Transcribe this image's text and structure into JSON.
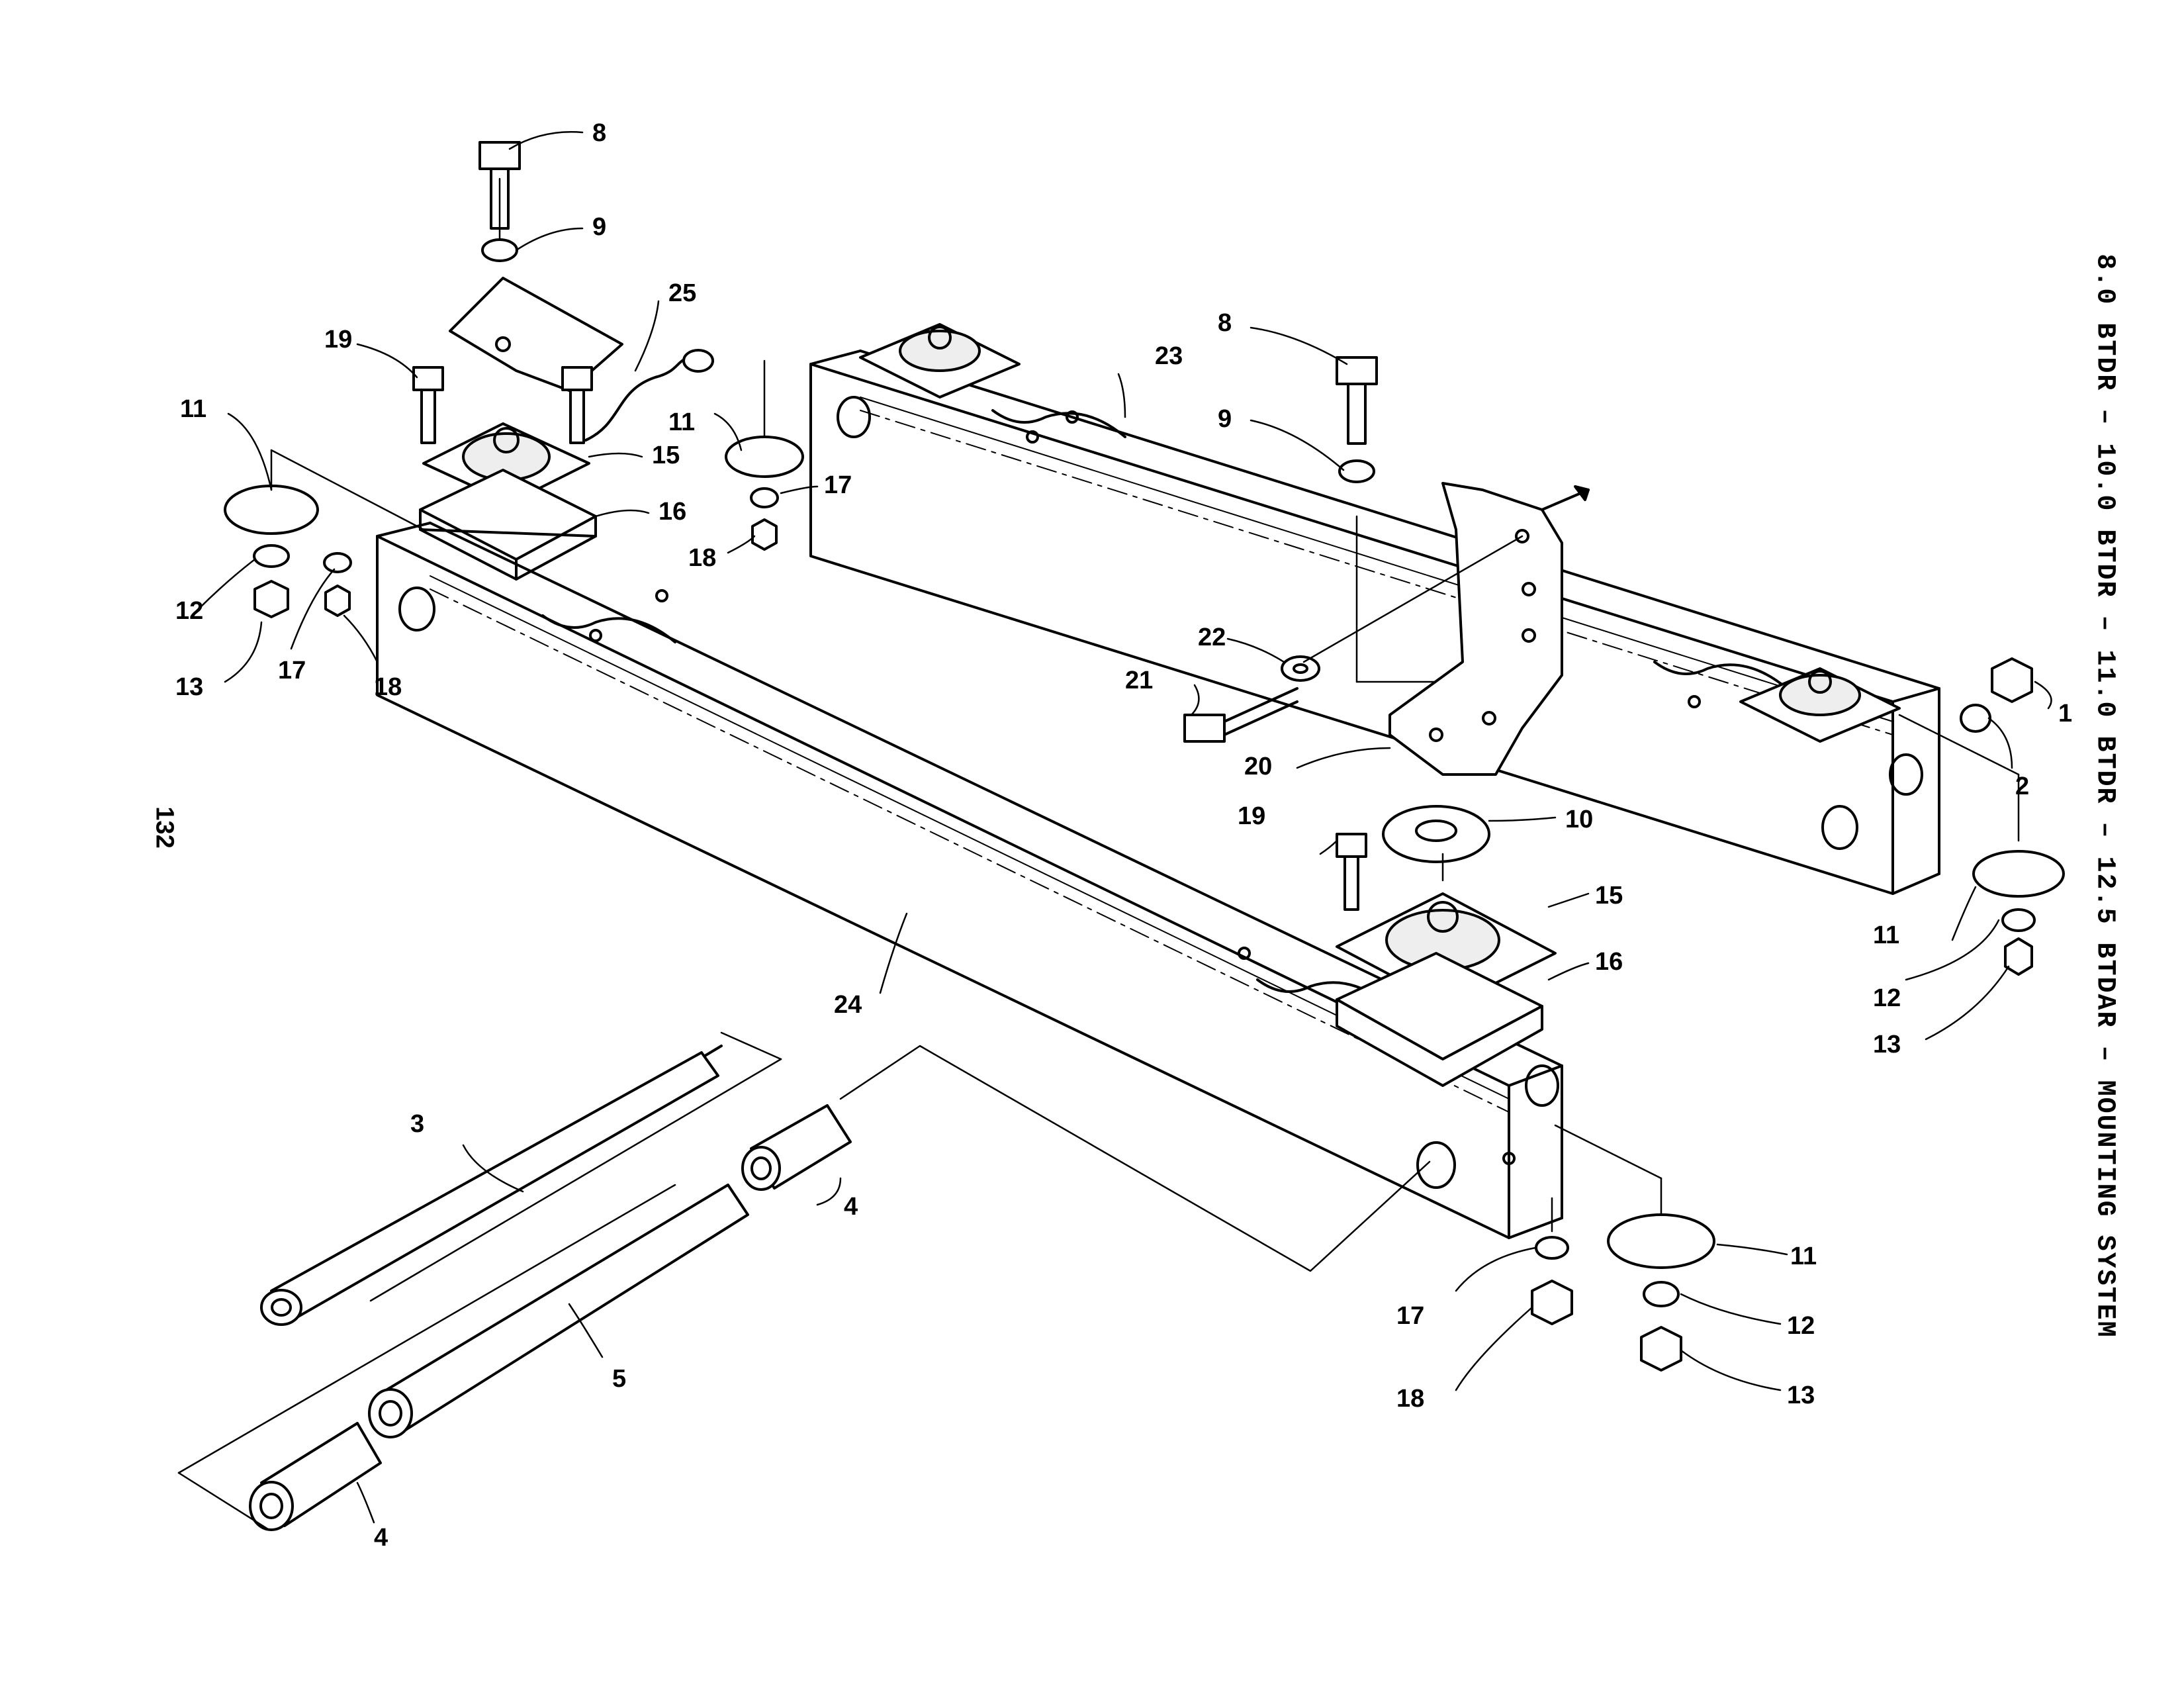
{
  "page": {
    "title": "8.0 BTDR – 10.0 BTDR – 11.0 BTDR – 12.5 BTDAR – MOUNTING SYSTEM",
    "page_number": "132"
  },
  "callouts": {
    "c1": "1",
    "c2": "2",
    "c3": "3",
    "c4a": "4",
    "c4b": "4",
    "c5": "5",
    "c8a": "8",
    "c8b": "8",
    "c9a": "9",
    "c9b": "9",
    "c10": "10",
    "c11a": "11",
    "c11b": "11",
    "c11c": "11",
    "c11d": "11",
    "c12a": "12",
    "c12b": "12",
    "c12c": "12",
    "c13a": "13",
    "c13b": "13",
    "c13c": "13",
    "c15a": "15",
    "c15b": "15",
    "c16a": "16",
    "c16b": "16",
    "c17a": "17",
    "c17b": "17",
    "c17c": "17",
    "c18a": "18",
    "c18b": "18",
    "c18c": "18",
    "c19a": "19",
    "c19b": "19",
    "c20": "20",
    "c21": "21",
    "c22": "22",
    "c23": "23",
    "c24": "24",
    "c25": "25"
  }
}
